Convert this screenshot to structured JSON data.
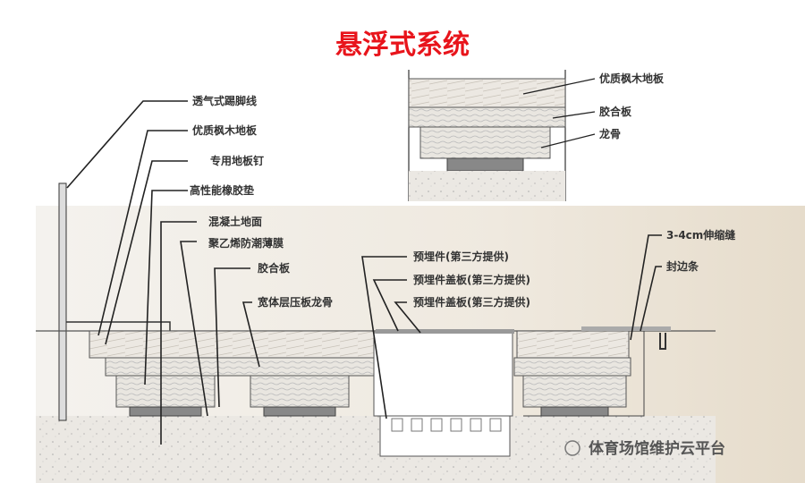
{
  "title": "悬浮式系统",
  "inset_labels": [
    "优质枫木地板",
    "胶合板",
    "龙骨"
  ],
  "left_labels": [
    "透气式踢脚线",
    "优质枫木地板",
    "专用地板钉",
    "高性能橡胶垫",
    "混凝土地面",
    "聚乙烯防潮薄膜",
    "胶合板",
    "宽体层压板龙骨"
  ],
  "middle_labels": [
    "预埋件(第三方提供)",
    "预埋件盖板(第三方提供)",
    "预埋件盖板(第三方提供)"
  ],
  "right_labels": [
    "3-4cm伸缩缝",
    "封边条"
  ],
  "watermark": "体育场馆维护云平台"
}
